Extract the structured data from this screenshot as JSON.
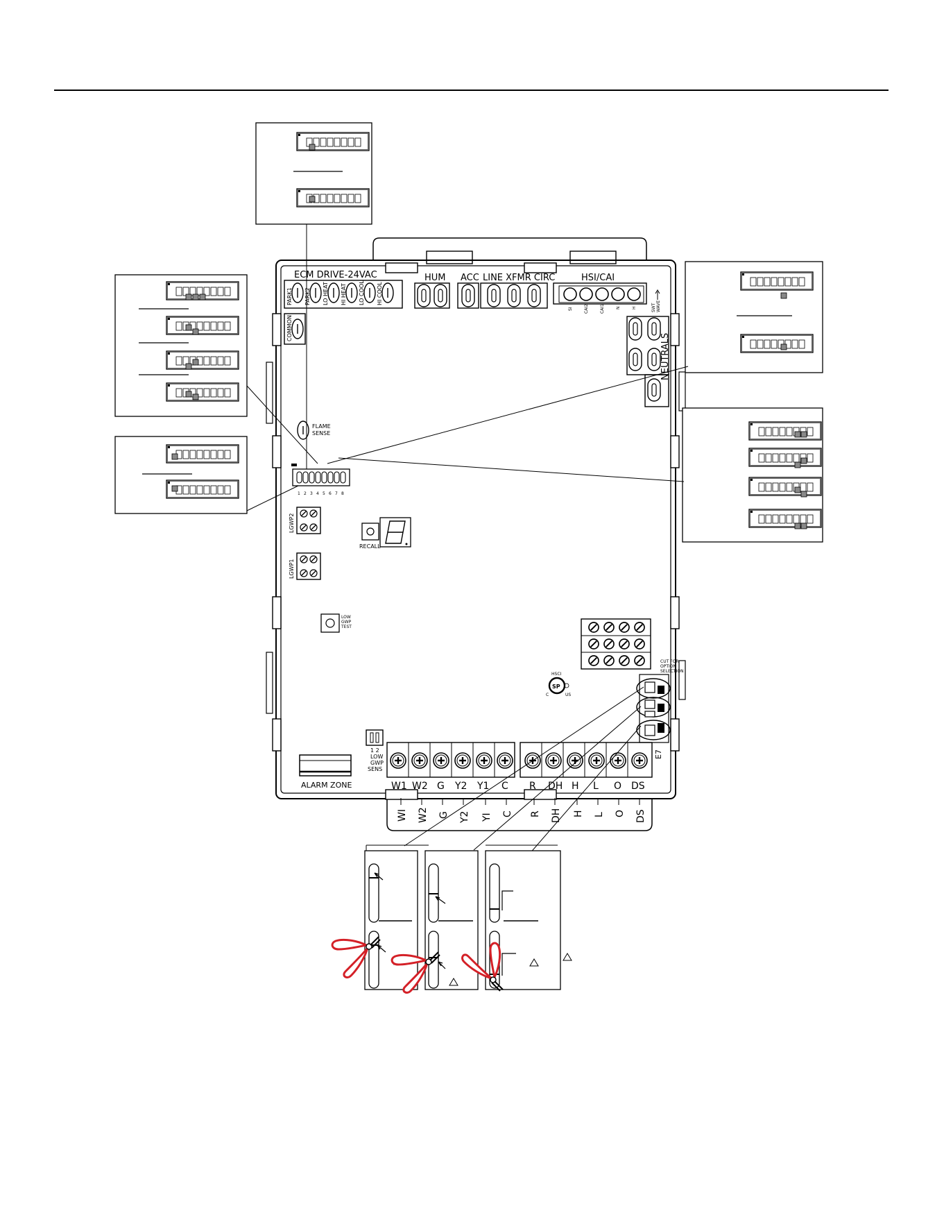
{
  "board": {
    "header_labels": {
      "ecm": "ECM DRIVE-24VAC",
      "hum": "HUM",
      "acc": "ACC",
      "line_xfmr_circ": "LINE XFMR CIRC",
      "hsi_cai": "HSI/CAI",
      "neutrals": "NEUTRALS",
      "flame_sense": "FLAME\nSENSE",
      "recall": "RECALL",
      "low_gwp_test": "LOW\nGWP\nTEST",
      "alarm_zone": "ALARM ZONE",
      "low_gwp_sens": "1 2\nLOW\nGWP\nSENS",
      "cut_for_option": "CUT FOR\nOPTION\nSELECTION",
      "hsci": "HSCI",
      "e7": "E7",
      "lgwp2": "LGWP2",
      "lgwp1": "LGWP1",
      "common": "COMMON",
      "sw_wave": "SWT\nWAVE"
    },
    "ecm_taps": [
      "PARK1",
      "PARK2",
      "LO HEAT",
      "HI HEAT",
      "LO COOL",
      "HI COOL"
    ],
    "hsi_pins": [
      "SI",
      "CAI2",
      "CAI1",
      "N",
      "H"
    ],
    "dip_numbers": [
      "1",
      "2",
      "3",
      "4",
      "5",
      "6",
      "7",
      "8"
    ],
    "terminals_top": [
      "W1",
      "W2",
      "G",
      "Y2",
      "Y1",
      "C",
      "R",
      "DH",
      "H",
      "L",
      "O",
      "DS"
    ],
    "terminals_bottom": [
      "WI",
      "W2",
      "G",
      "Y2",
      "YI",
      "C",
      "R",
      "DH",
      "H",
      "L",
      "O",
      "DS"
    ]
  },
  "colors": {
    "line": "#000000",
    "switch_fill": "#888888",
    "plier_handle": "#d42027"
  },
  "icons": [
    "plier-icon",
    "warning-triangle-icon",
    "csa-certification-icon"
  ]
}
